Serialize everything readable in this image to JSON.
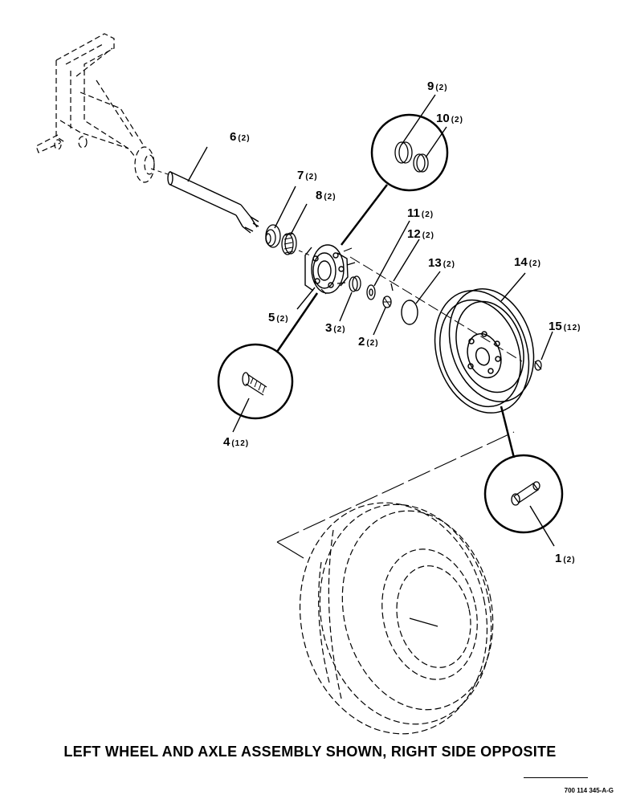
{
  "caption": "LEFT WHEEL AND AXLE ASSEMBLY SHOWN, RIGHT SIDE OPPOSITE",
  "doc_ref": "700 114 345-A-G",
  "callouts": [
    {
      "num": "1",
      "qty": "(2)"
    },
    {
      "num": "2",
      "qty": "(2)"
    },
    {
      "num": "3",
      "qty": "(2)"
    },
    {
      "num": "4",
      "qty": "(12)"
    },
    {
      "num": "5",
      "qty": "(2)"
    },
    {
      "num": "6",
      "qty": "(2)"
    },
    {
      "num": "7",
      "qty": "(2)"
    },
    {
      "num": "8",
      "qty": "(2)"
    },
    {
      "num": "9",
      "qty": "(2)"
    },
    {
      "num": "10",
      "qty": "(2)"
    },
    {
      "num": "11",
      "qty": "(2)"
    },
    {
      "num": "12",
      "qty": "(2)"
    },
    {
      "num": "13",
      "qty": "(2)"
    },
    {
      "num": "14",
      "qty": "(2)"
    },
    {
      "num": "15",
      "qty": "(12)"
    }
  ]
}
